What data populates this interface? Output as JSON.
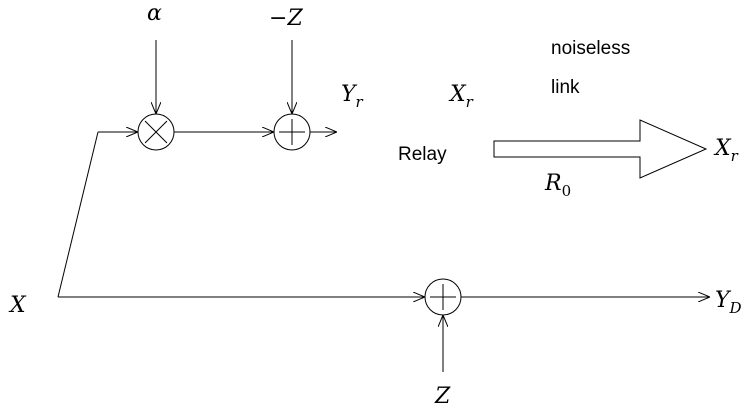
{
  "labels": {
    "alpha": "α",
    "neg_z_sign": "−",
    "neg_z_var": "Z",
    "yr_main": "Y",
    "yr_sub": "r",
    "xr_main": "X",
    "xr_sub": "r",
    "relay": "Relay",
    "noiseless": "noiseless",
    "link": "link",
    "r0_main": "R",
    "r0_sub": "0",
    "xr_out_main": "X",
    "xr_out_sub": "r",
    "x_input": "X",
    "yd_main": "Y",
    "yd_sub": "D",
    "z_bottom": "Z"
  },
  "nodes": {
    "multiplier_symbol": "×",
    "adder_symbol": "+"
  }
}
